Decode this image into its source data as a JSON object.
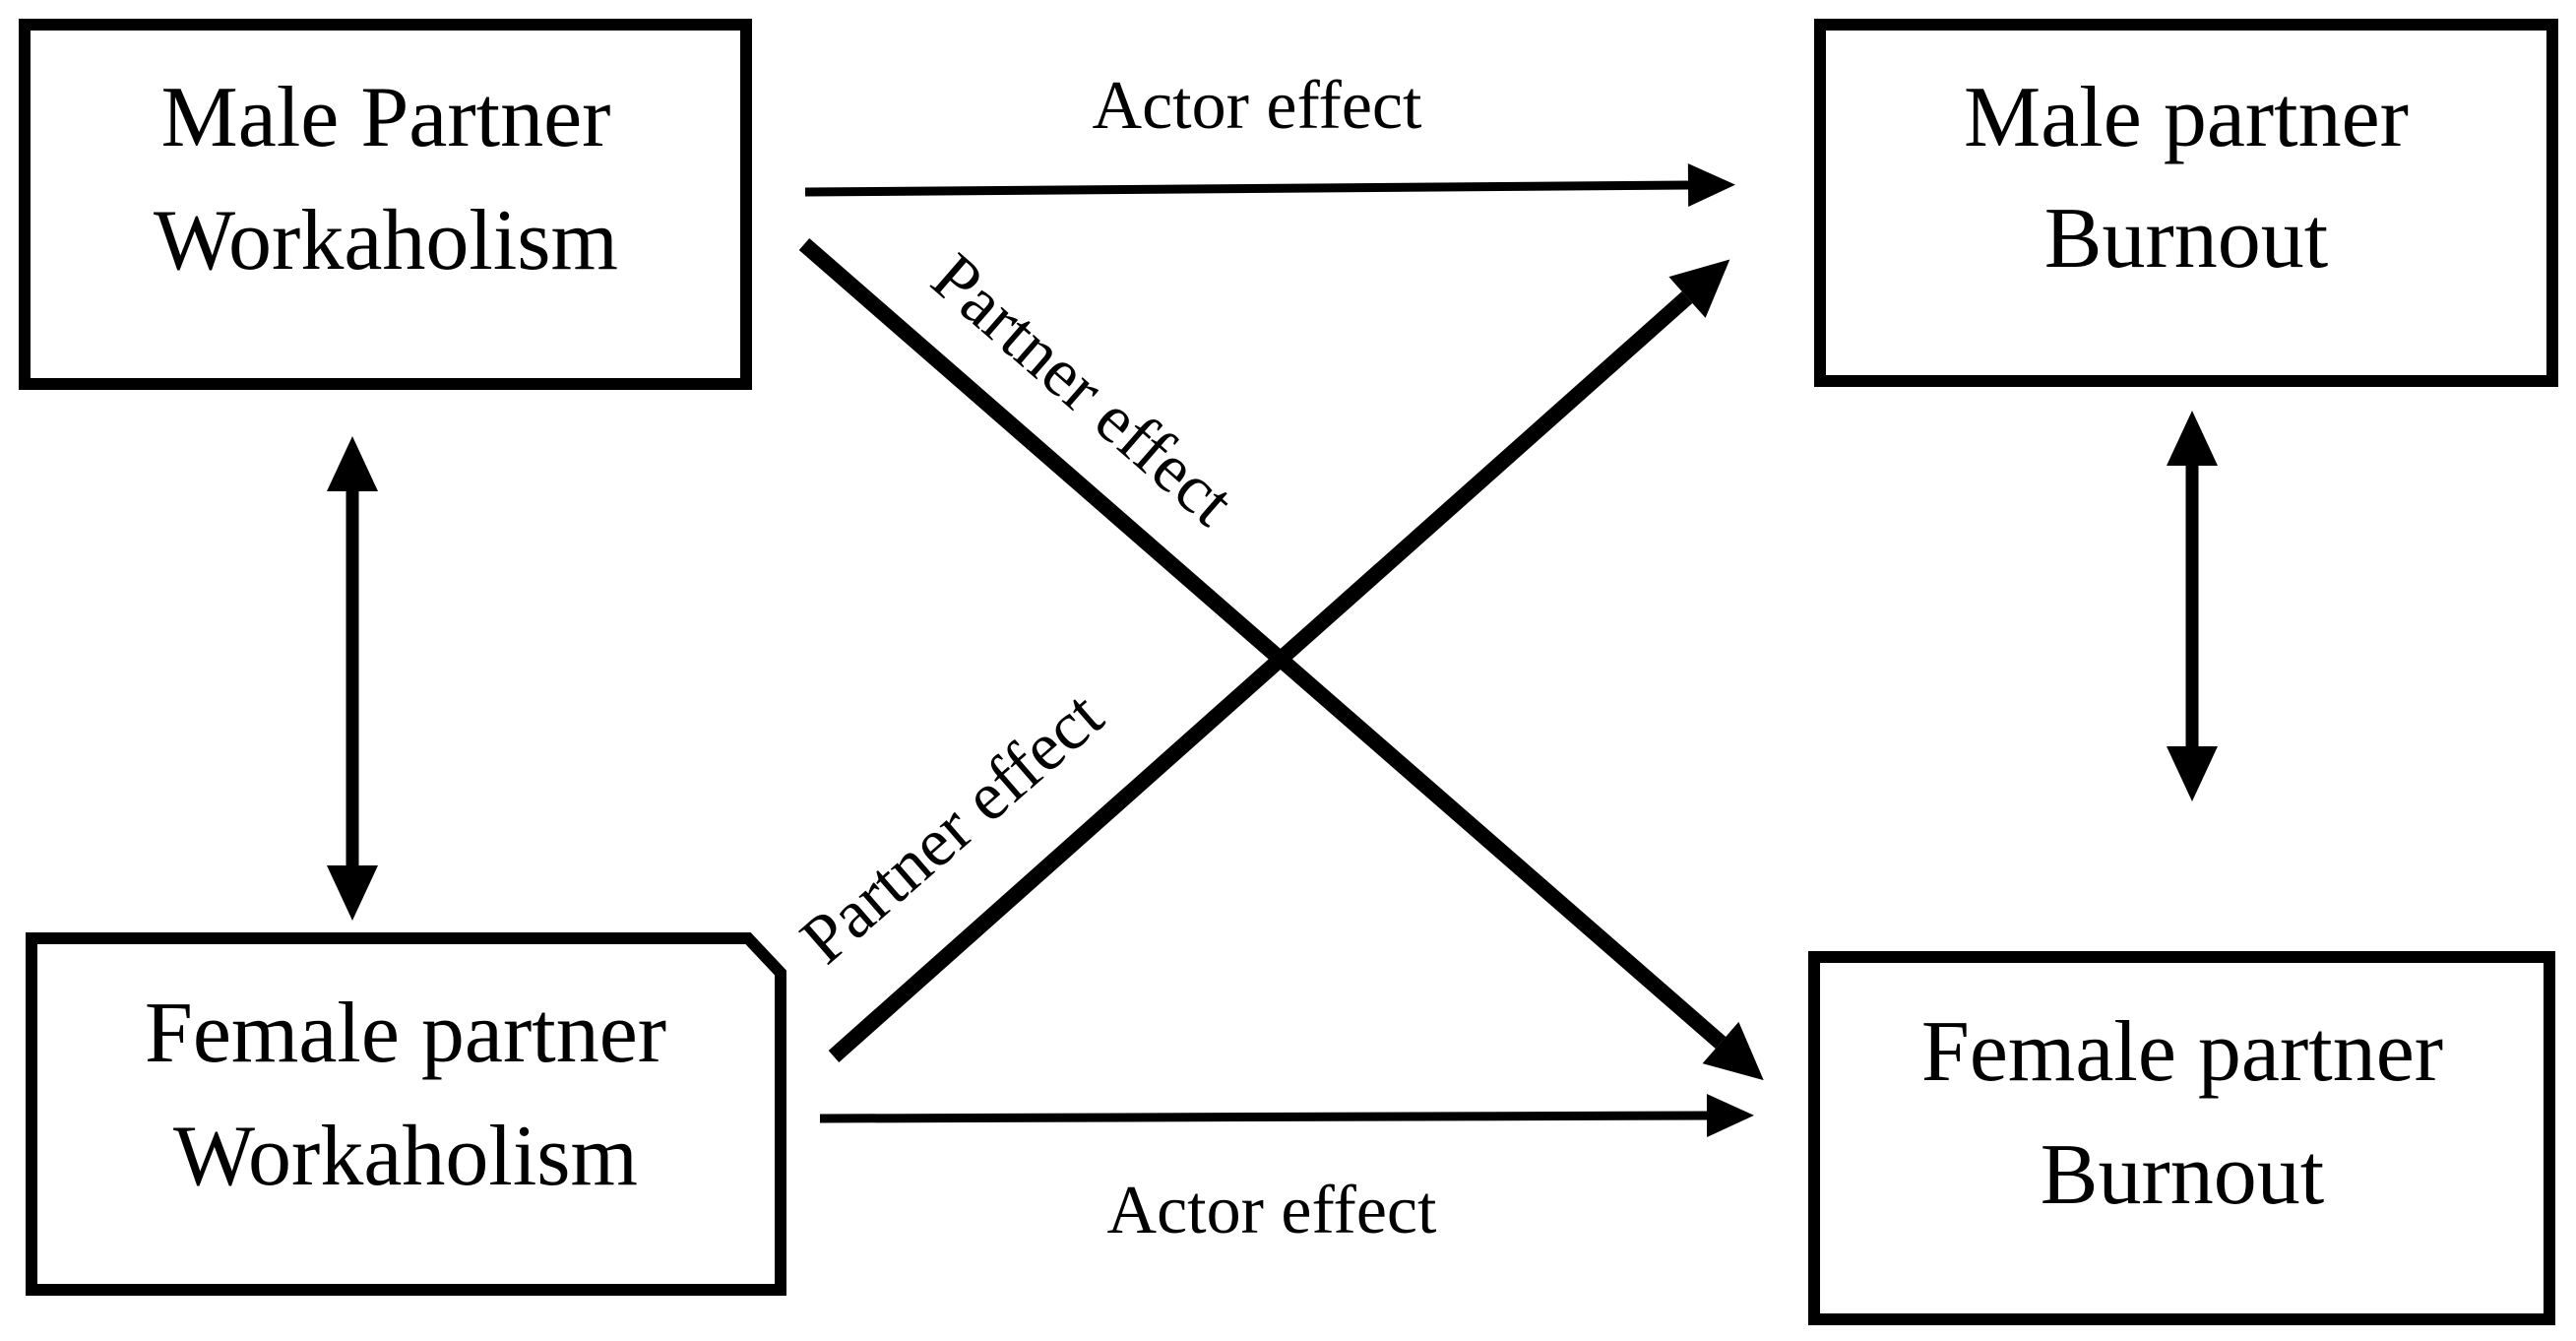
{
  "colors": {
    "background": "#ffffff",
    "ink": "#000000"
  },
  "diagram_type": "actor-partner-interdependence-model",
  "nodes": [
    {
      "id": "male-partner-workaholism",
      "line1": "Male Partner",
      "line2": "Workaholism"
    },
    {
      "id": "male-partner-burnout",
      "line1": "Male partner",
      "line2": "Burnout"
    },
    {
      "id": "female-partner-workaholism",
      "line1": "Female partner",
      "line2": "Workaholism"
    },
    {
      "id": "female-partner-burnout",
      "line1": "Female partner",
      "line2": "Burnout"
    }
  ],
  "edges": [
    {
      "id": "actor-effect-male",
      "label": "Actor effect",
      "from": "male-partner-workaholism",
      "to": "male-partner-burnout",
      "type": "directed"
    },
    {
      "id": "actor-effect-female",
      "label": "Actor effect",
      "from": "female-partner-workaholism",
      "to": "female-partner-burnout",
      "type": "directed"
    },
    {
      "id": "partner-effect-male-to-female",
      "label": "Partner effect",
      "from": "male-partner-workaholism",
      "to": "female-partner-burnout",
      "type": "directed"
    },
    {
      "id": "partner-effect-female-to-male",
      "label": "Partner effect",
      "from": "female-partner-workaholism",
      "to": "male-partner-burnout",
      "type": "directed"
    },
    {
      "id": "correlation-workaholism",
      "label": "",
      "from": "male-partner-workaholism",
      "to": "female-partner-workaholism",
      "type": "bidirectional"
    },
    {
      "id": "correlation-burnout",
      "label": "",
      "from": "male-partner-burnout",
      "to": "female-partner-burnout",
      "type": "bidirectional"
    }
  ]
}
